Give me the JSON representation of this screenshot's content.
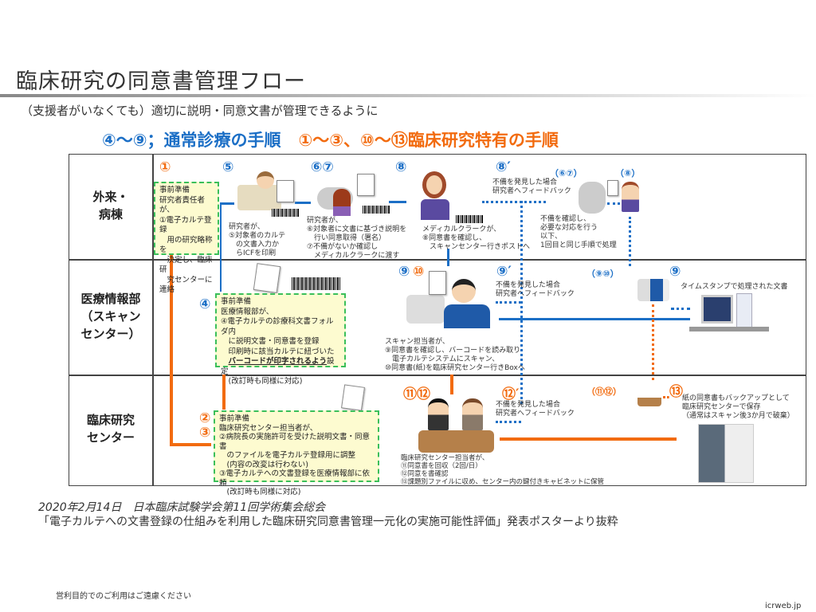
{
  "title": "臨床研究の同意書管理フロー",
  "subtitle": "（支援者がいなくても）適切に説明・同意文書が管理できるように",
  "headline": {
    "normal": "④〜⑨；通常診療の手順",
    "specific_nums": "①〜③、⑩〜⑬",
    "specific_text": "臨床研究特有の手順"
  },
  "rows": [
    {
      "label": "外来・\n病棟"
    },
    {
      "label": "医療情報部\n（スキャン\nセンター）"
    },
    {
      "label": "臨床研究\nセンター"
    }
  ],
  "steps": {
    "s1": {
      "num": "①",
      "box": "事前準備\n研究者責任者が、\n①電子カルテ登録\n　用の研究略称を\n　決定し、臨床研\n　究センターに連絡"
    },
    "s5": {
      "num": "⑤",
      "note": "研究者が、\n⑤対象者のカルテ\n　の文書入力か\n　らICFを印刷"
    },
    "s67": {
      "num": "⑥⑦",
      "note": "研究者が、\n⑥対象者に文書に基づき説明を\n　行い同意取得（署名）\n⑦不備がないか確認し\n　メディカルクラークに渡す"
    },
    "s8": {
      "num": "⑧",
      "note": "メディカルクラークが、\n⑧同意書を確認し、\n　スキャンセンター行きポストへ"
    },
    "s8p": {
      "num": "⑧′",
      "note": "不備を発見した場合\n研究者へフィードバック"
    },
    "s67b": {
      "num": "（⑥⑦）",
      "note": "不備を確認し、\n必要な対応を行う\n以下、\n1回目と同じ手順で処理"
    },
    "s8b": {
      "num": "（⑧）"
    },
    "s4": {
      "num": "④",
      "box_pre": "事前準備\n医療情報部が、\n④電子カルテの診療科文書フォルダ内\n　に説明文書・同意書を登録\n　印刷時に該当カルテに紐づいた\n　",
      "box_bold": "バーコードが印字されるよう",
      "box_post": "設定\n　(改訂時も同様に対応)"
    },
    "s910": {
      "num9": "⑨",
      "num10": "⑩",
      "note": "スキャン担当者が、\n⑨同意書を確認し、バーコードを読み取り\n　電子カルテシステムにスキャン、\n⑩同意書(紙)を臨床研究センター行きBoxへ"
    },
    "s9p": {
      "num": "⑨′",
      "note": "不備を発見した場合\n研究者へフィードバック"
    },
    "s910b": {
      "num": "（⑨⑩）"
    },
    "s9c": {
      "num": "⑨",
      "note": "タイムスタンプで処理された文書"
    },
    "s23": {
      "num2": "②",
      "num3": "③",
      "box": "事前準備\n臨床研究センター担当者が、\n②病院長の実施許可を受けた説明文書・同意書\n　のファイルを電子カルテ登録用に調整\n　(内容の改変は行わない)\n③電子カルテへの文書登録を医療情報部に依頼\n　(改訂時も同様に対応)"
    },
    "s1112": {
      "num": "⑪⑫",
      "note": "臨床研究センター担当者が、\n⑪同意書を回収（2回/日）\n⑫同意を書確認\n⑬課題別ファイルに収め、センター内の鍵付きキャビネットに保管"
    },
    "s12p": {
      "num": "⑫′",
      "note": "不備を発見した場合\n研究者へフィードバック"
    },
    "s1112b": {
      "num": "（⑪⑫）"
    },
    "s13": {
      "num": "⑬",
      "note": "紙の同意書もバックアップとして\n臨床研究センターで保存\n（通常はスキャン後3か月で破棄）"
    }
  },
  "footer": {
    "line1": "2020年2月14日　日本臨床試験学会第11回学術集会総会",
    "line2": "「電子カルテへの文書登録の仕組みを利用した臨床研究同意書管理一元化の実施可能性評価」発表ポスターより抜粋"
  },
  "footnote": "営利目的でのご利用はご遠慮ください",
  "site": "icrweb.jp",
  "colors": {
    "blue": "#1c6fc6",
    "orange": "#f26b0f",
    "box_fill": "#fdfbd0",
    "box_border": "#3bbf5a"
  }
}
